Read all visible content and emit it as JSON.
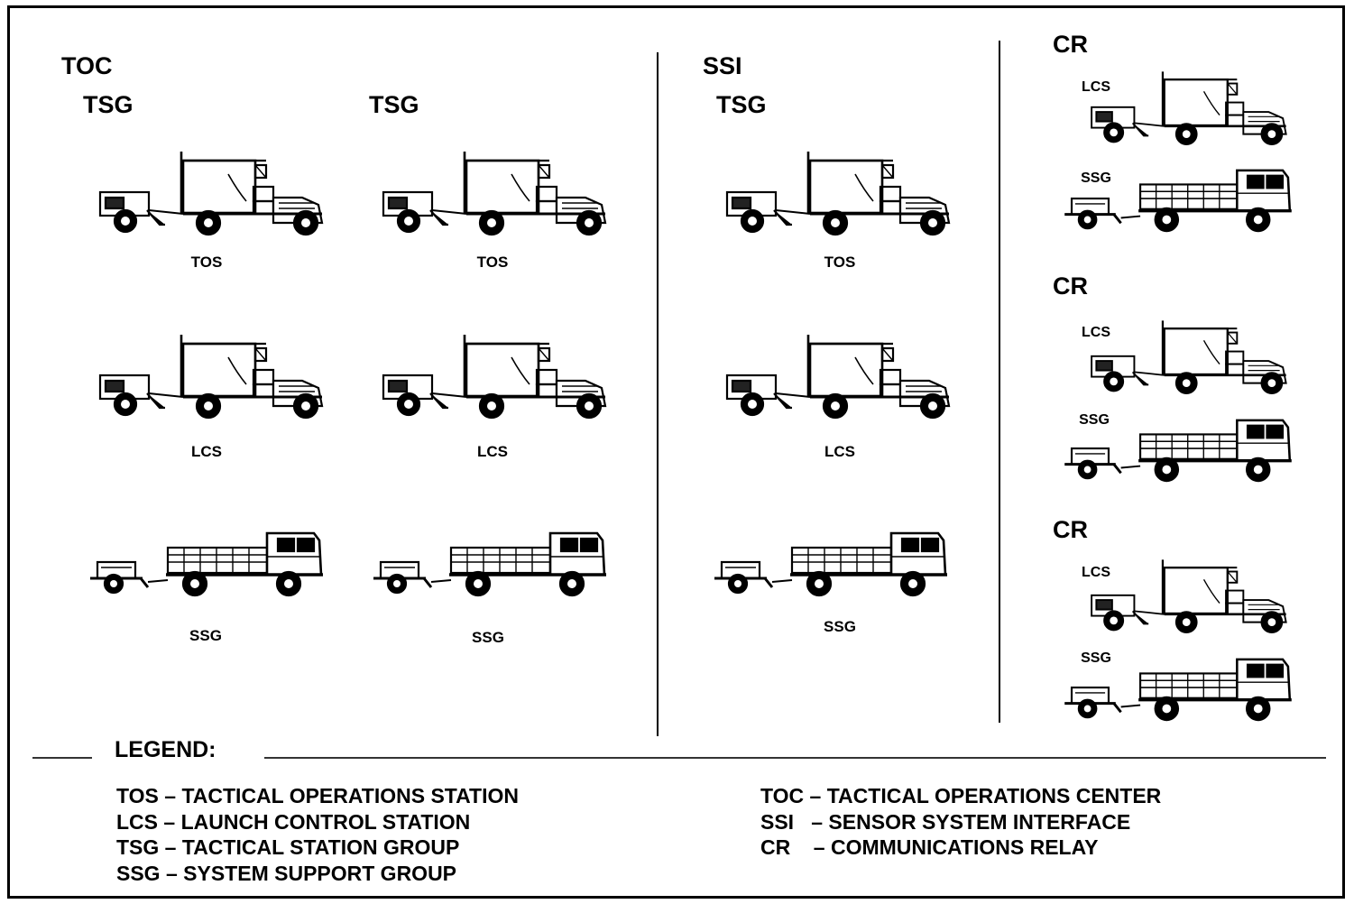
{
  "headers": {
    "toc": "TOC",
    "tsg_1": "TSG",
    "tsg_2": "TSG",
    "ssi": "SSI",
    "tsg_3": "TSG",
    "cr_1": "CR",
    "cr_2": "CR",
    "cr_3": "CR"
  },
  "vehicle_labels": {
    "col1_tos": "TOS",
    "col1_lcs": "LCS",
    "col1_ssg": "SSG",
    "col2_tos": "TOS",
    "col2_lcs": "LCS",
    "col2_ssg": "SSG",
    "col3_tos": "TOS",
    "col3_lcs": "LCS",
    "col3_ssg": "SSG",
    "cr1_lcs": "LCS",
    "cr1_ssg": "SSG",
    "cr2_lcs": "LCS",
    "cr2_ssg": "SSG",
    "cr3_lcs": "LCS",
    "cr3_ssg": "SSG"
  },
  "legend": {
    "title": "LEGEND:",
    "left": [
      {
        "abbr": "TOS",
        "text": " – TACTICAL OPERATIONS STATION"
      },
      {
        "abbr": "LCS",
        "text": " – LAUNCH CONTROL STATION"
      },
      {
        "abbr": "TSG",
        "text": " – TACTICAL STATION GROUP"
      },
      {
        "abbr": "SSG",
        "text": " – SYSTEM SUPPORT GROUP"
      }
    ],
    "right": [
      {
        "abbr": "TOC",
        "text": " – TACTICAL OPERATIONS CENTER"
      },
      {
        "abbr": "SSI",
        "text": "   – SENSOR SYSTEM INTERFACE"
      },
      {
        "abbr": "CR",
        "text": "    – COMMUNICATIONS RELAY"
      }
    ]
  }
}
